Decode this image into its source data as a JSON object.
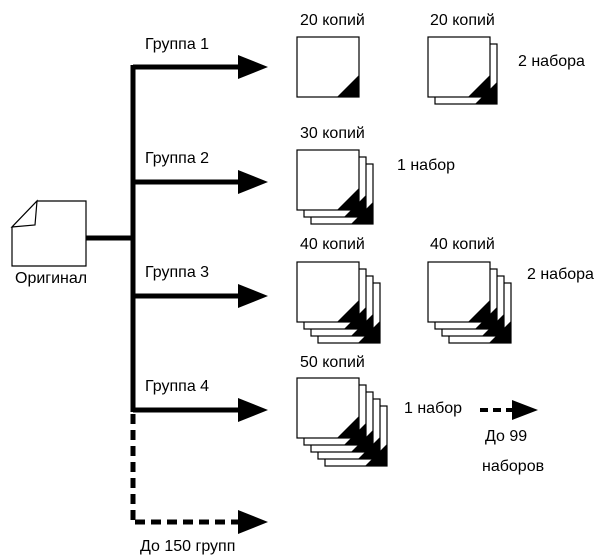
{
  "original_label": "Оригинал",
  "groups": [
    {
      "label": "Группа 1",
      "stacks": [
        {
          "copies": "20 копий",
          "sets": 1,
          "set_label": ""
        },
        {
          "copies": "20 копий",
          "sets": 2,
          "set_label": "2 набора"
        }
      ]
    },
    {
      "label": "Группа 2",
      "stacks": [
        {
          "copies": "30 копий",
          "sets": 3,
          "set_label": "1 набор"
        }
      ]
    },
    {
      "label": "Группа 3",
      "stacks": [
        {
          "copies": "40 копий",
          "sets": 4,
          "set_label": ""
        },
        {
          "copies": "40 копий",
          "sets": 4,
          "set_label": "2 набора"
        }
      ]
    },
    {
      "label": "Группа 4",
      "stacks": [
        {
          "copies": "50 копий",
          "sets": 5,
          "set_label": "1 набор"
        }
      ]
    }
  ],
  "more_sets_label_1": "До 99",
  "more_sets_label_2": "наборов",
  "more_groups_label": "До 150 групп",
  "colors": {
    "line": "#000000",
    "paper": "#ffffff",
    "corner": "#000000"
  }
}
